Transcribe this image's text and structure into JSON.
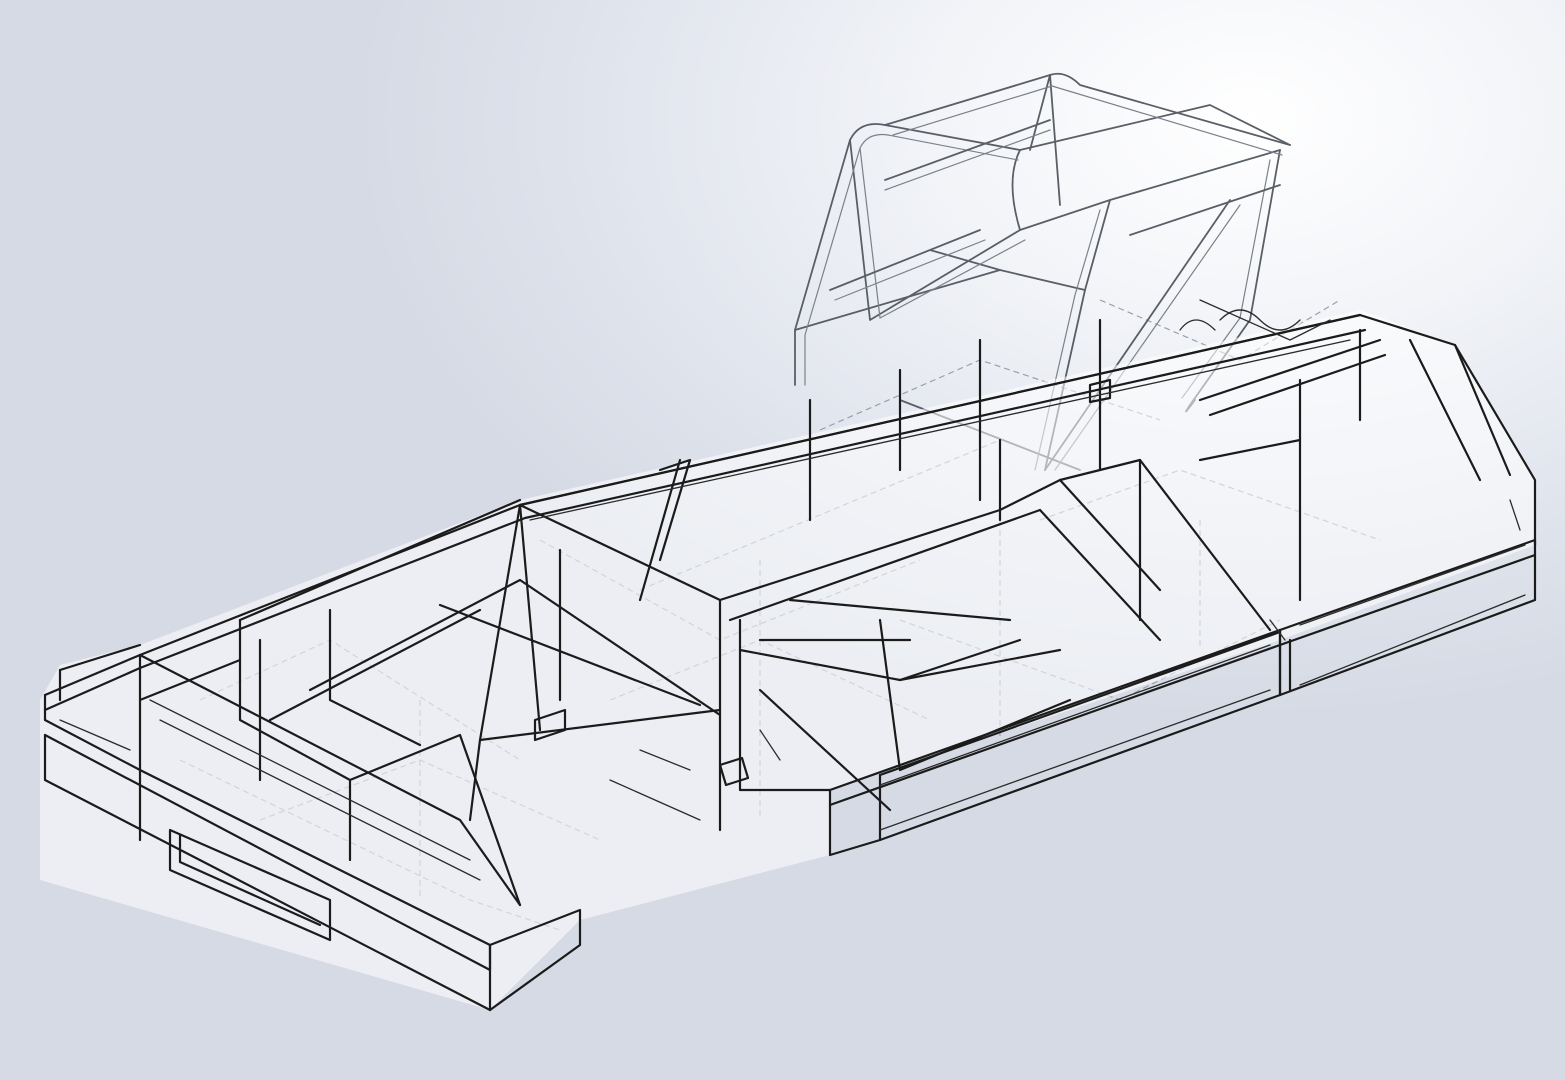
{
  "scene": {
    "subject": "tube-frame-chassis-with-roll-cage",
    "view": "isometric",
    "render_style": "hidden-line-wireframe",
    "colors": {
      "background_light": "#ffffff",
      "background_dark": "#d5dae4",
      "visible_edge": "#1b1b1b",
      "hidden_edge": "#9aa0ab",
      "cage_edge": "#5a5e66"
    }
  }
}
